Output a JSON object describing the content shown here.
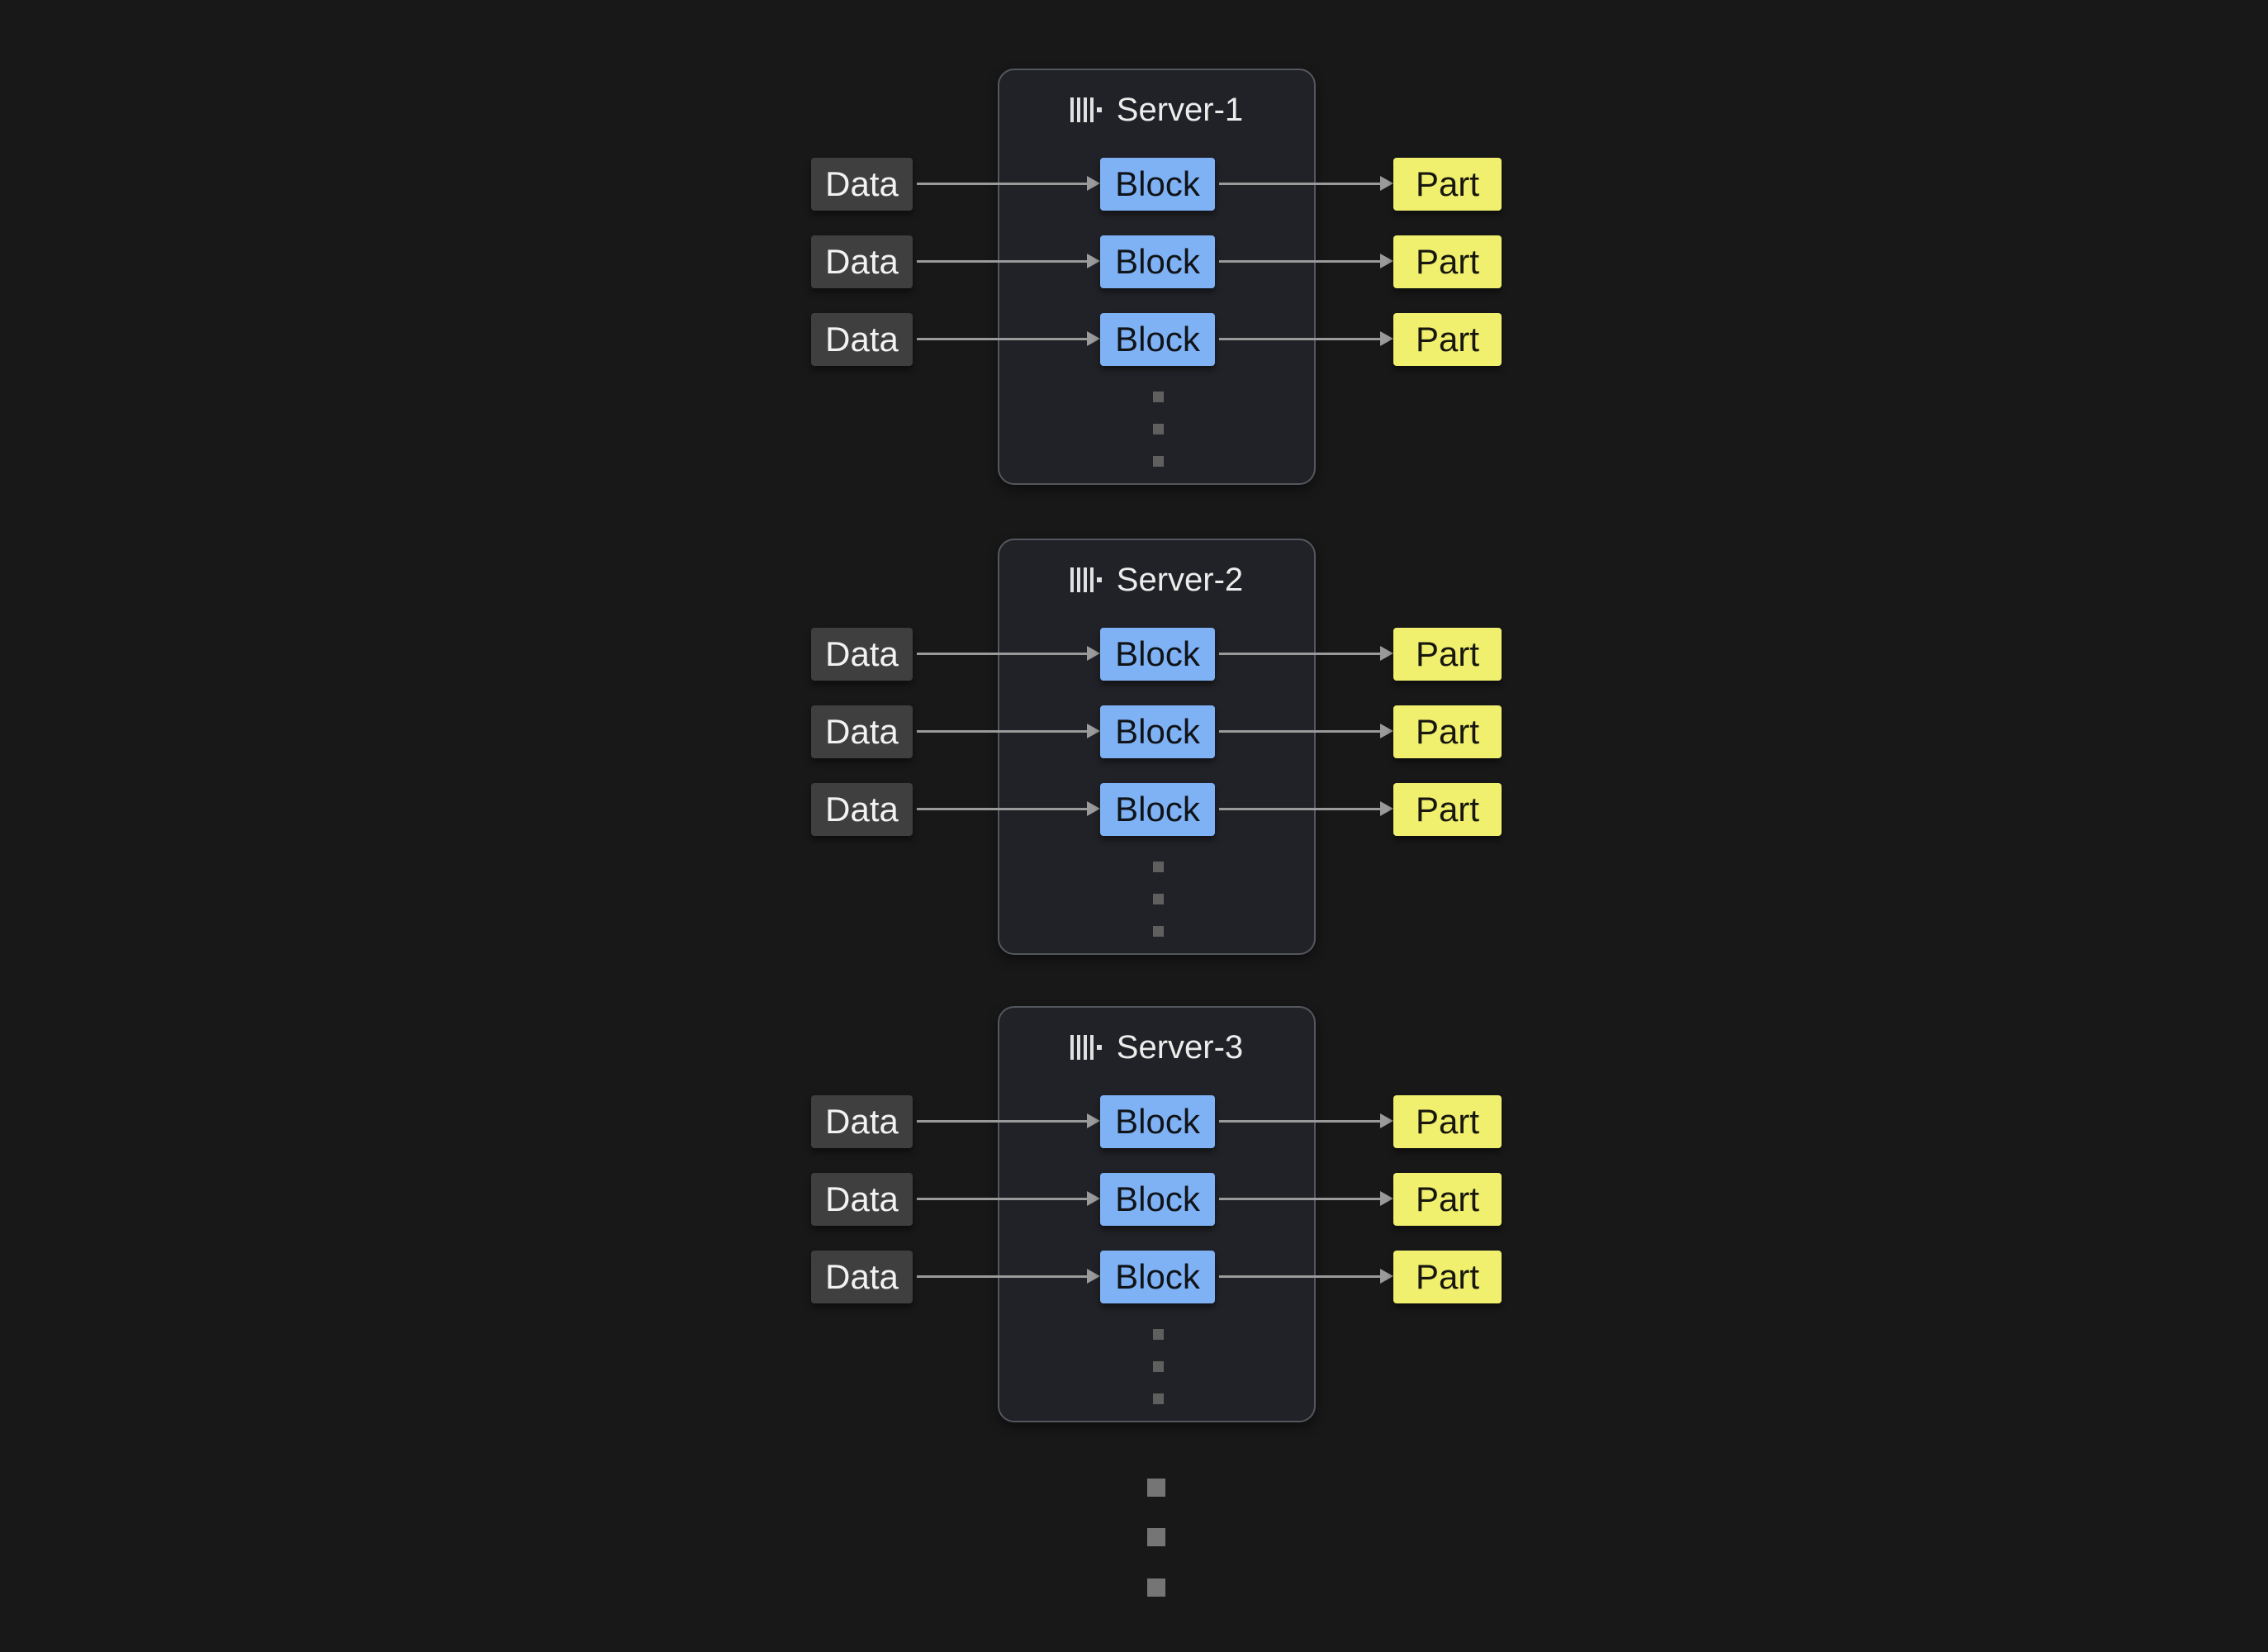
{
  "page": {
    "background": "#181818"
  },
  "diagram": {
    "type": "block-diagram",
    "servers": [
      {
        "title": "Server-1",
        "rows": [
          {
            "data": "Data",
            "block": "Block",
            "part": "Part"
          },
          {
            "data": "Data",
            "block": "Block",
            "part": "Part"
          },
          {
            "data": "Data",
            "block": "Block",
            "part": "Part"
          }
        ]
      },
      {
        "title": "Server-2",
        "rows": [
          {
            "data": "Data",
            "block": "Block",
            "part": "Part"
          },
          {
            "data": "Data",
            "block": "Block",
            "part": "Part"
          },
          {
            "data": "Data",
            "block": "Block",
            "part": "Part"
          }
        ]
      },
      {
        "title": "Server-3",
        "rows": [
          {
            "data": "Data",
            "block": "Block",
            "part": "Part"
          },
          {
            "data": "Data",
            "block": "Block",
            "part": "Part"
          },
          {
            "data": "Data",
            "block": "Block",
            "part": "Part"
          }
        ]
      }
    ],
    "continuation": "ellipsis-dots",
    "colors": {
      "background": "#181818",
      "server_box_bg": "#212227",
      "server_box_border": "#54575d",
      "data_node_bg": "#3f3f3f",
      "data_node_text": "#f2f2f2",
      "block_node_bg": "#7fb2f4",
      "block_node_text": "#101317",
      "part_node_bg": "#f0f06e",
      "part_node_text": "#17170f",
      "arrow": "#9a9a9a",
      "title_text": "#ececec"
    }
  }
}
